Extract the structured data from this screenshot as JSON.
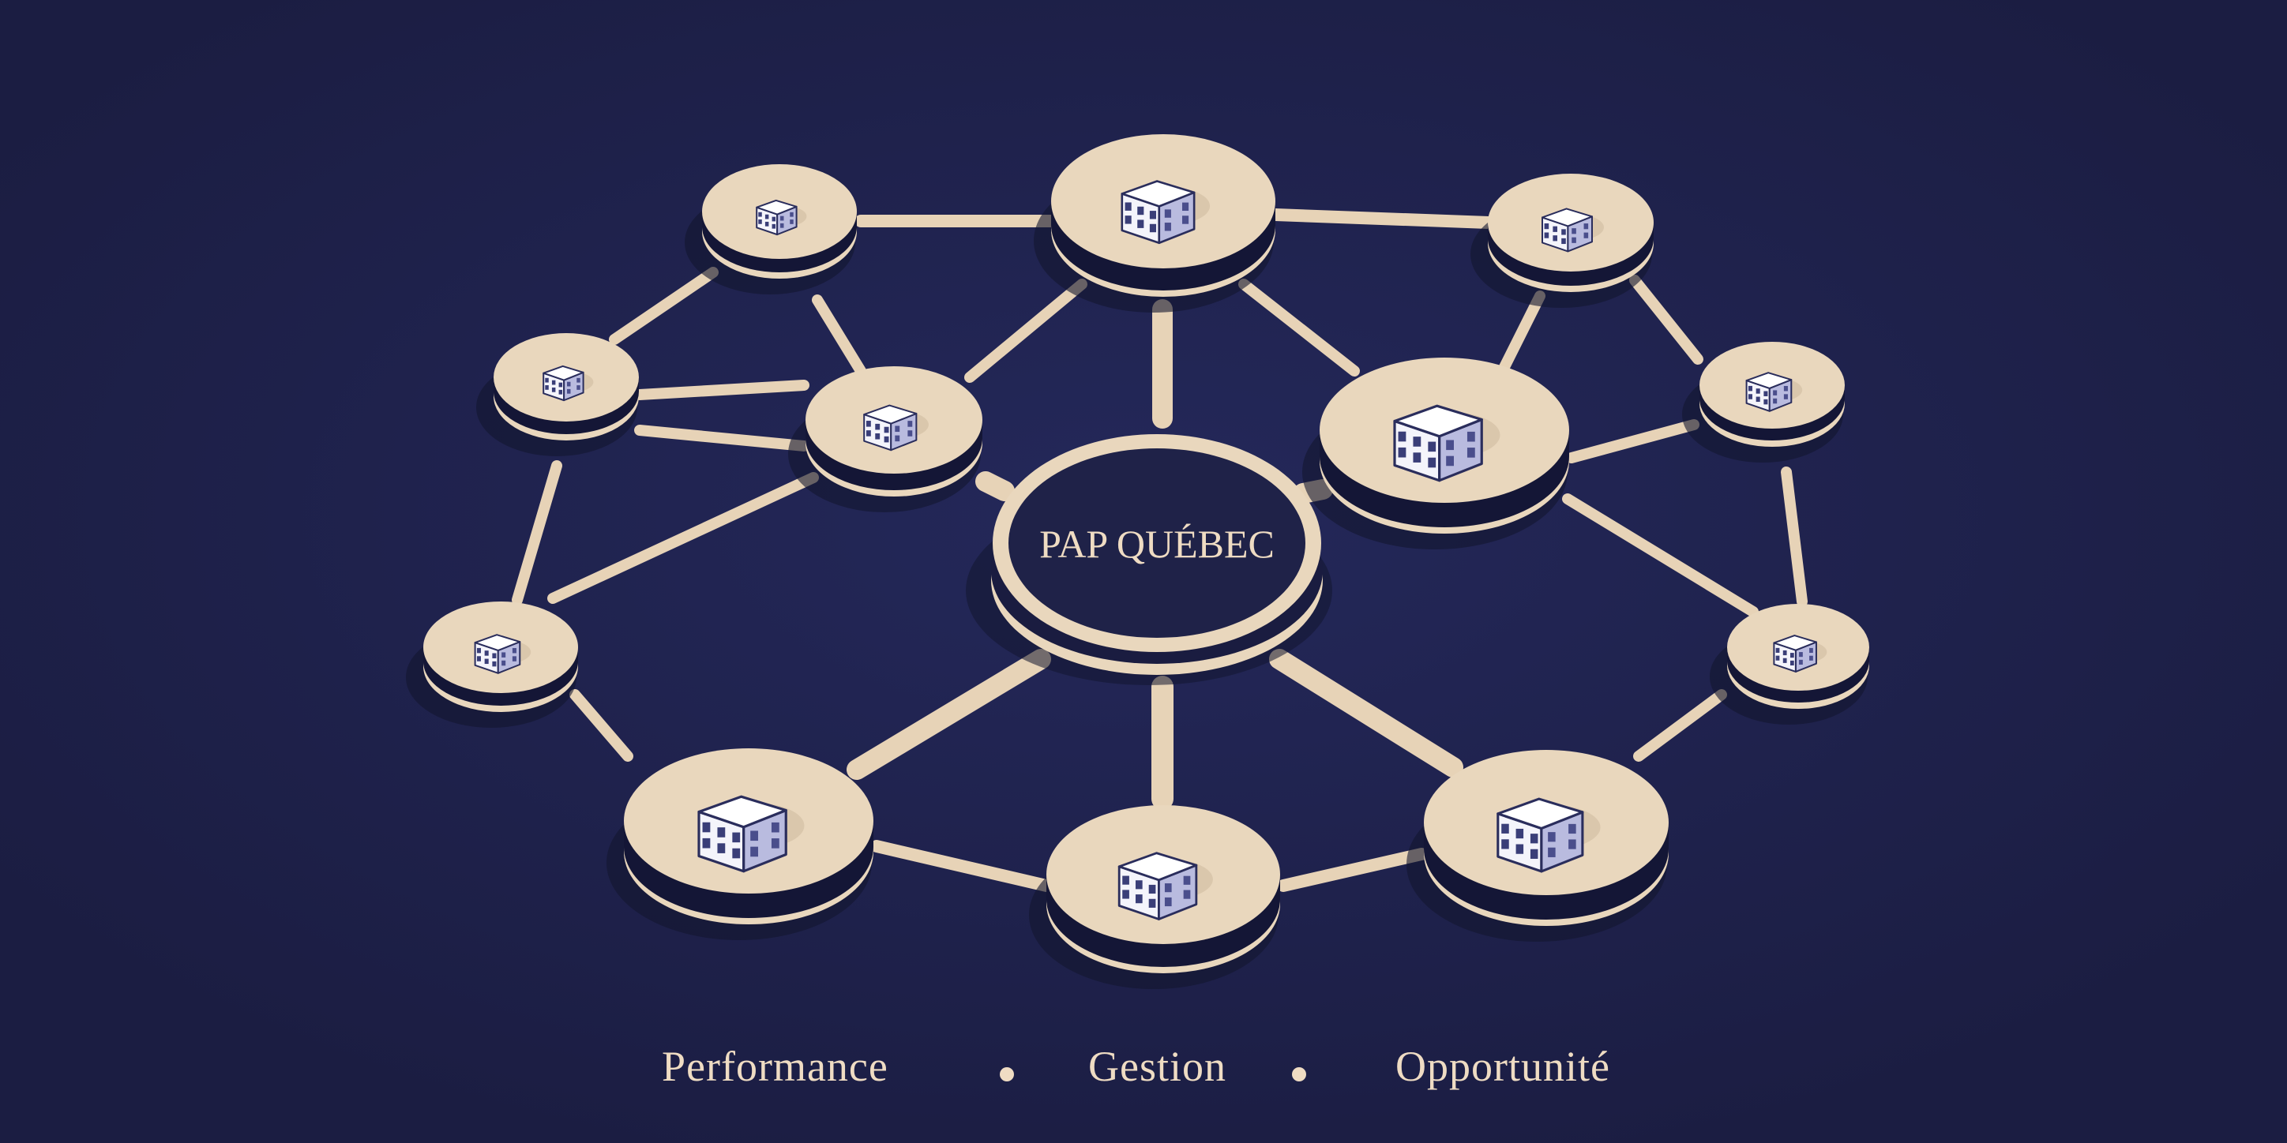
{
  "diagram": {
    "hub_label": "PAP QUÉBEC",
    "node_icon": "building-icon",
    "node_count": 13
  },
  "tagline": {
    "items": [
      "Performance",
      "Gestion",
      "Opportunité"
    ]
  },
  "colors": {
    "background": "#1f2248",
    "disk_top": "#e9d7bd",
    "disk_side": "#141636",
    "connector": "#e7d3b7",
    "building_face": "#f4f4fb",
    "building_side": "#b9bbdf",
    "text": "#efdcc3"
  }
}
